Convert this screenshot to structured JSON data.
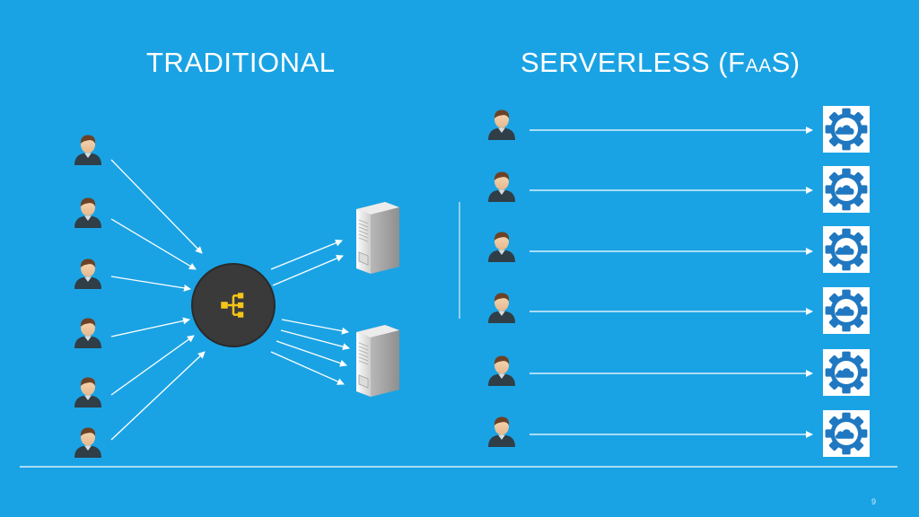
{
  "traditional": {
    "title": "TRADITIONAL",
    "users": 6,
    "servers": 2
  },
  "serverless": {
    "title_prefix": "SERVERLESS (F",
    "title_small": "AA",
    "title_suffix": "S)",
    "users": 6,
    "functions": 6
  },
  "icons": {
    "user": "user-icon",
    "load_balancer": "load-balancer-icon",
    "server": "server-icon",
    "function": "cloud-gear-icon"
  },
  "colors": {
    "background": "#1aa3e4",
    "line": "#ffffff",
    "load_balancer_fill": "#3a3a3a",
    "load_balancer_glyph": "#f5c518",
    "function_blue": "#1f78c1"
  },
  "page_number": "9"
}
